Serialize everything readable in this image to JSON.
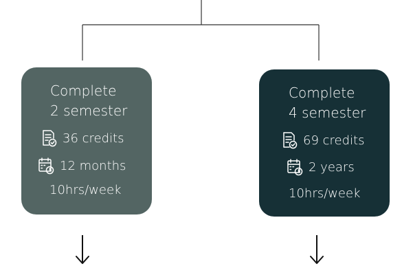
{
  "options": [
    {
      "title_line1": "Complete",
      "title_line2": "2 semester",
      "credits": "36 credits",
      "duration": "12 months",
      "hours": "10hrs/week",
      "color": "#536563"
    },
    {
      "title_line1": "Complete",
      "title_line2": "4 semester",
      "credits": "69 credits",
      "duration": "2 years",
      "hours": "10hrs/week",
      "color": "#163036"
    }
  ],
  "icons": {
    "credits": "document-check-icon",
    "duration": "calendar-clock-icon",
    "next_step": "arrow-down-icon"
  },
  "line_color": "#333333"
}
